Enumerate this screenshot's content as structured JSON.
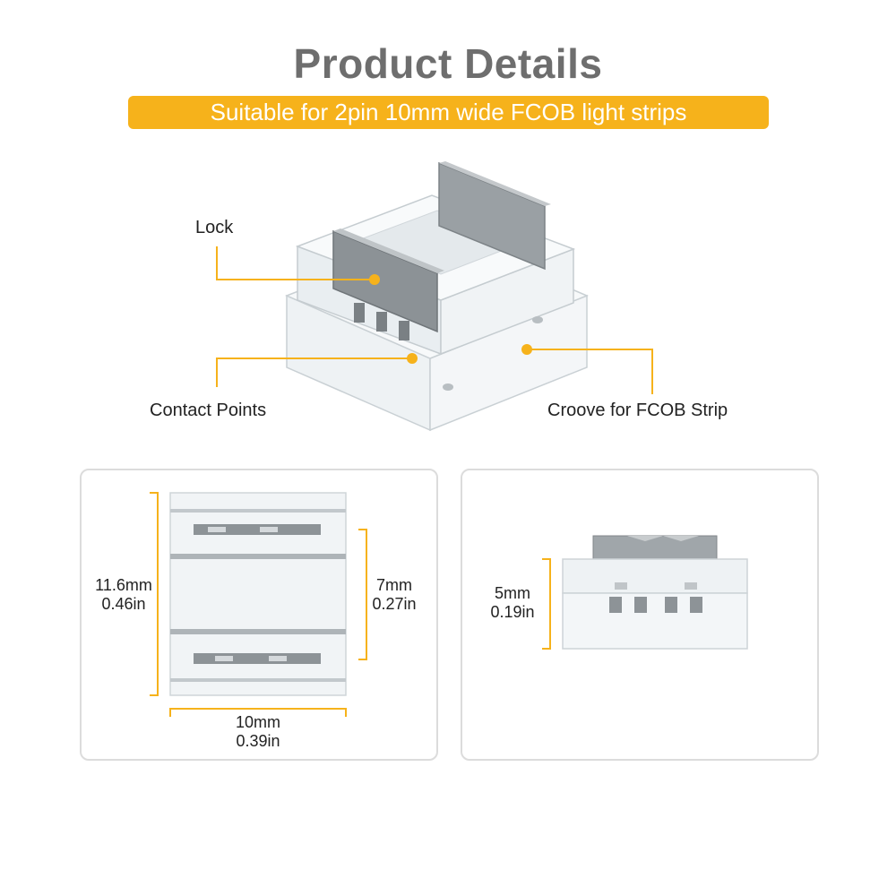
{
  "header": {
    "title": "Product Details",
    "subtitle": "Suitable for 2pin 10mm wide FCOB light strips"
  },
  "callouts": {
    "lock": "Lock",
    "contact_points": "Contact Points",
    "groove": "Croove for FCOB Strip"
  },
  "top_view": {
    "height_mm": "11.6mm",
    "height_in": "0.46in",
    "inner_mm": "7mm",
    "inner_in": "0.27in",
    "width_mm": "10mm",
    "width_in": "0.39in"
  },
  "side_view": {
    "height_mm": "5mm",
    "height_in": "0.19in"
  },
  "colors": {
    "accent": "#f6b21b",
    "title": "#6e6e6e"
  }
}
